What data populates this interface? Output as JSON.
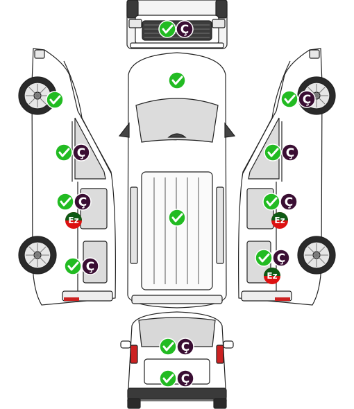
{
  "diagram": {
    "kind": "vehicle-damage-map",
    "views": [
      "front",
      "left-side",
      "roof",
      "right-side",
      "rear"
    ]
  },
  "colors": {
    "ok": "#22bb22",
    "scratch": "#3a0e33",
    "dent_red": "#dd1111",
    "dent_green": "#0e5a14",
    "body_line": "#222222",
    "glass": "#d8d8d8",
    "tire": "#2a2a2a"
  },
  "legend": {
    "scratch_symbol": "Ç",
    "dent_symbol": "Ez"
  },
  "markers": [
    {
      "id": "front-grille",
      "view": "front",
      "ok": true,
      "scratch": true,
      "dent": false
    },
    {
      "id": "left-front-wheel",
      "view": "left-side",
      "ok": true,
      "scratch": false,
      "dent": false
    },
    {
      "id": "left-front-door",
      "view": "left-side",
      "ok": true,
      "scratch": true,
      "dent": false
    },
    {
      "id": "left-sliding-door",
      "view": "left-side",
      "ok": true,
      "scratch": true,
      "dent": true
    },
    {
      "id": "left-rear-quarter",
      "view": "left-side",
      "ok": true,
      "scratch": true,
      "dent": false
    },
    {
      "id": "hood",
      "view": "roof",
      "ok": true,
      "scratch": false,
      "dent": false
    },
    {
      "id": "roof",
      "view": "roof",
      "ok": true,
      "scratch": false,
      "dent": false
    },
    {
      "id": "right-front-wheel",
      "view": "right-side",
      "ok": true,
      "scratch": true,
      "dent": false
    },
    {
      "id": "right-front-door",
      "view": "right-side",
      "ok": true,
      "scratch": true,
      "dent": false
    },
    {
      "id": "right-sliding-door",
      "view": "right-side",
      "ok": true,
      "scratch": true,
      "dent": true
    },
    {
      "id": "right-rear-quarter",
      "view": "right-side",
      "ok": true,
      "scratch": true,
      "dent": true
    },
    {
      "id": "rear-window",
      "view": "rear",
      "ok": true,
      "scratch": true,
      "dent": false
    },
    {
      "id": "tailgate",
      "view": "rear",
      "ok": true,
      "scratch": true,
      "dent": false
    }
  ]
}
